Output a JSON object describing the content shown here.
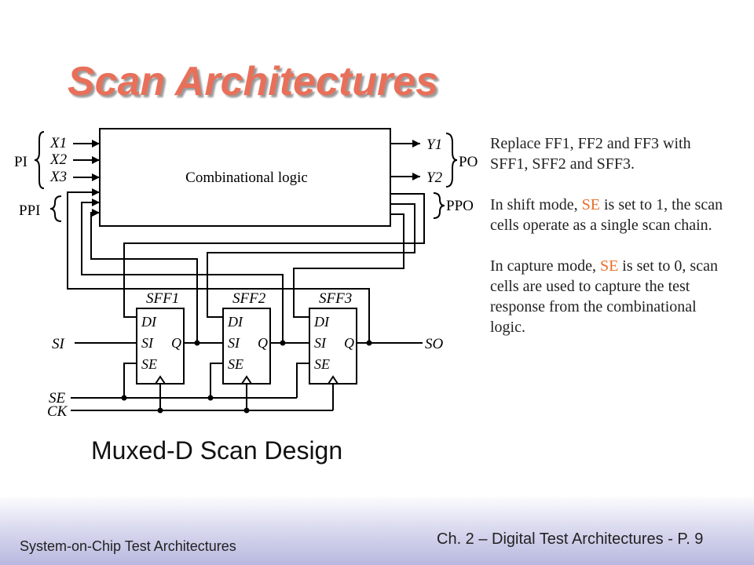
{
  "slide": {
    "title": "Scan Architectures",
    "caption": "Muxed-D Scan Design",
    "footer_left": "System-on-Chip Test Architectures",
    "footer_right": "Ch. 2 – Digital Test Architectures - P. 9"
  },
  "diagram": {
    "block_label": "Combinational logic",
    "pi_label": "PI",
    "ppi_label": "PPI",
    "po_label": "PO",
    "ppo_label": "PPO",
    "inputs": [
      "X1",
      "X2",
      "X3"
    ],
    "outputs": [
      "Y1",
      "Y2"
    ],
    "cells": [
      {
        "name": "SFF1",
        "ports": [
          "DI",
          "SI",
          "SE"
        ],
        "out": "Q"
      },
      {
        "name": "SFF2",
        "ports": [
          "DI",
          "SI",
          "SE"
        ],
        "out": "Q"
      },
      {
        "name": "SFF3",
        "ports": [
          "DI",
          "SI",
          "SE"
        ],
        "out": "Q"
      }
    ],
    "si_label": "SI",
    "so_label": "SO",
    "se_label": "SE",
    "ck_label": "CK"
  },
  "description": {
    "p1": "Replace FF1, FF2 and FF3 with SFF1, SFF2 and SFF3.",
    "p2_pre": "In shift mode, ",
    "p2_hl": "SE",
    "p2_post": " is set to 1, the scan cells operate as a single scan chain.",
    "p3_pre": "In capture mode, ",
    "p3_hl": "SE",
    "p3_post": " is set to 0, scan cells are used to capture the test response from the combinational logic."
  }
}
